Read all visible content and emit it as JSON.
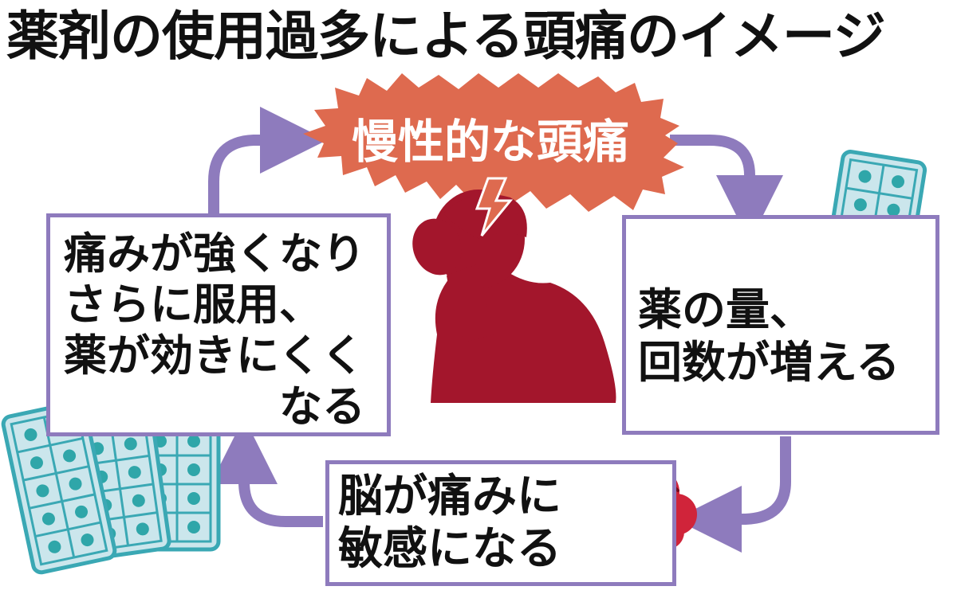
{
  "title": "薬剤の使用過多による頭痛のイメージ",
  "center": {
    "label": "慢性的な頭痛"
  },
  "left_box": {
    "lines": [
      "痛みが強くなり",
      "さらに服用、",
      "薬が効きにくく",
      "なる"
    ]
  },
  "right_box": {
    "lines": [
      "薬の量、",
      "回数が増える"
    ]
  },
  "bottom_box": {
    "lines": [
      "脳が痛みに",
      "敏感になる"
    ]
  },
  "colors": {
    "burst": "#de6a4f",
    "person": "#a3162c",
    "lightning": "#de6a4f",
    "arrow": "#8e7bbd",
    "pill_pack_fill": "#cbe6ec",
    "pill_pack_stroke": "#3aa8b4",
    "pill": "#2fa6a9",
    "brain": "#d0243a"
  }
}
